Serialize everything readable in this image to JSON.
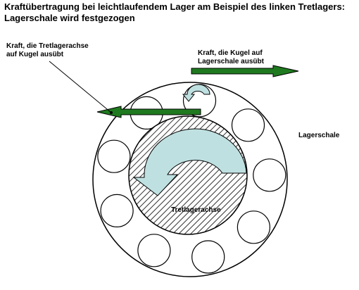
{
  "title": {
    "line1": "Kraftübertragung bei leichtlaufendem Lager am Beispiel des linken Tretlagers:",
    "line2": "Lagerschale wird festgezogen"
  },
  "labels": {
    "axle_force": {
      "line1": "Kraft, die Tretlagerachse",
      "line2": "auf Kugel ausübt"
    },
    "ball_force": {
      "line1": "Kraft, die Kugel auf",
      "line2": "Lagerschale ausübt"
    },
    "bearing_cup": "Lagerschale",
    "axle": "Tretlagerachse"
  },
  "colors": {
    "force_arrow": "#1f7a1f",
    "rotation_arrow": "#bfe0e0",
    "outline": "#000000",
    "hatch": "#333333"
  },
  "balls": {
    "count": 9
  }
}
